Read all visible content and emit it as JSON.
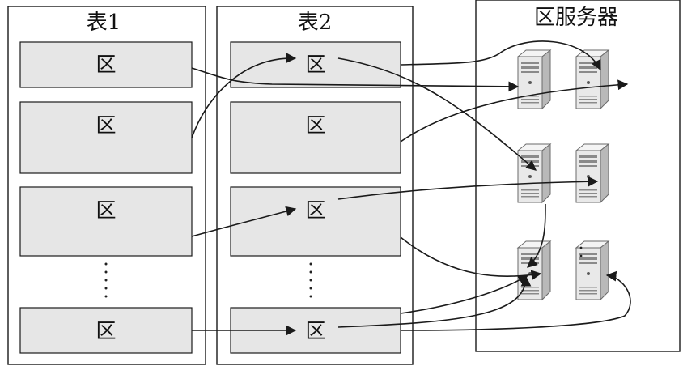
{
  "table1": {
    "title": "表1",
    "region_label": "区"
  },
  "table2": {
    "title": "表2",
    "region_label": "区"
  },
  "servers_panel": {
    "title": "区服务器"
  },
  "colors": {
    "region_fill": "#e6e6e6",
    "line": "#1a1a1a"
  }
}
